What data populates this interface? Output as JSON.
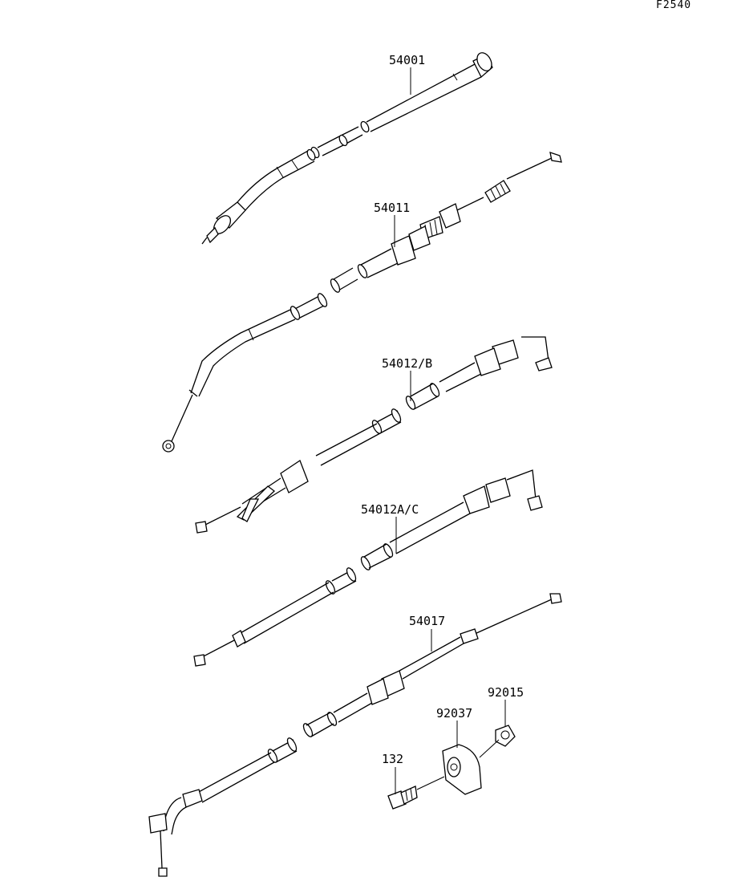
{
  "figure_code": "F2540",
  "parts": [
    {
      "number": "54001"
    },
    {
      "number": "54011"
    },
    {
      "number": "54012/B"
    },
    {
      "number": "54012A/C"
    },
    {
      "number": "54017"
    },
    {
      "number": "92015"
    },
    {
      "number": "92037"
    },
    {
      "number": "132"
    }
  ]
}
